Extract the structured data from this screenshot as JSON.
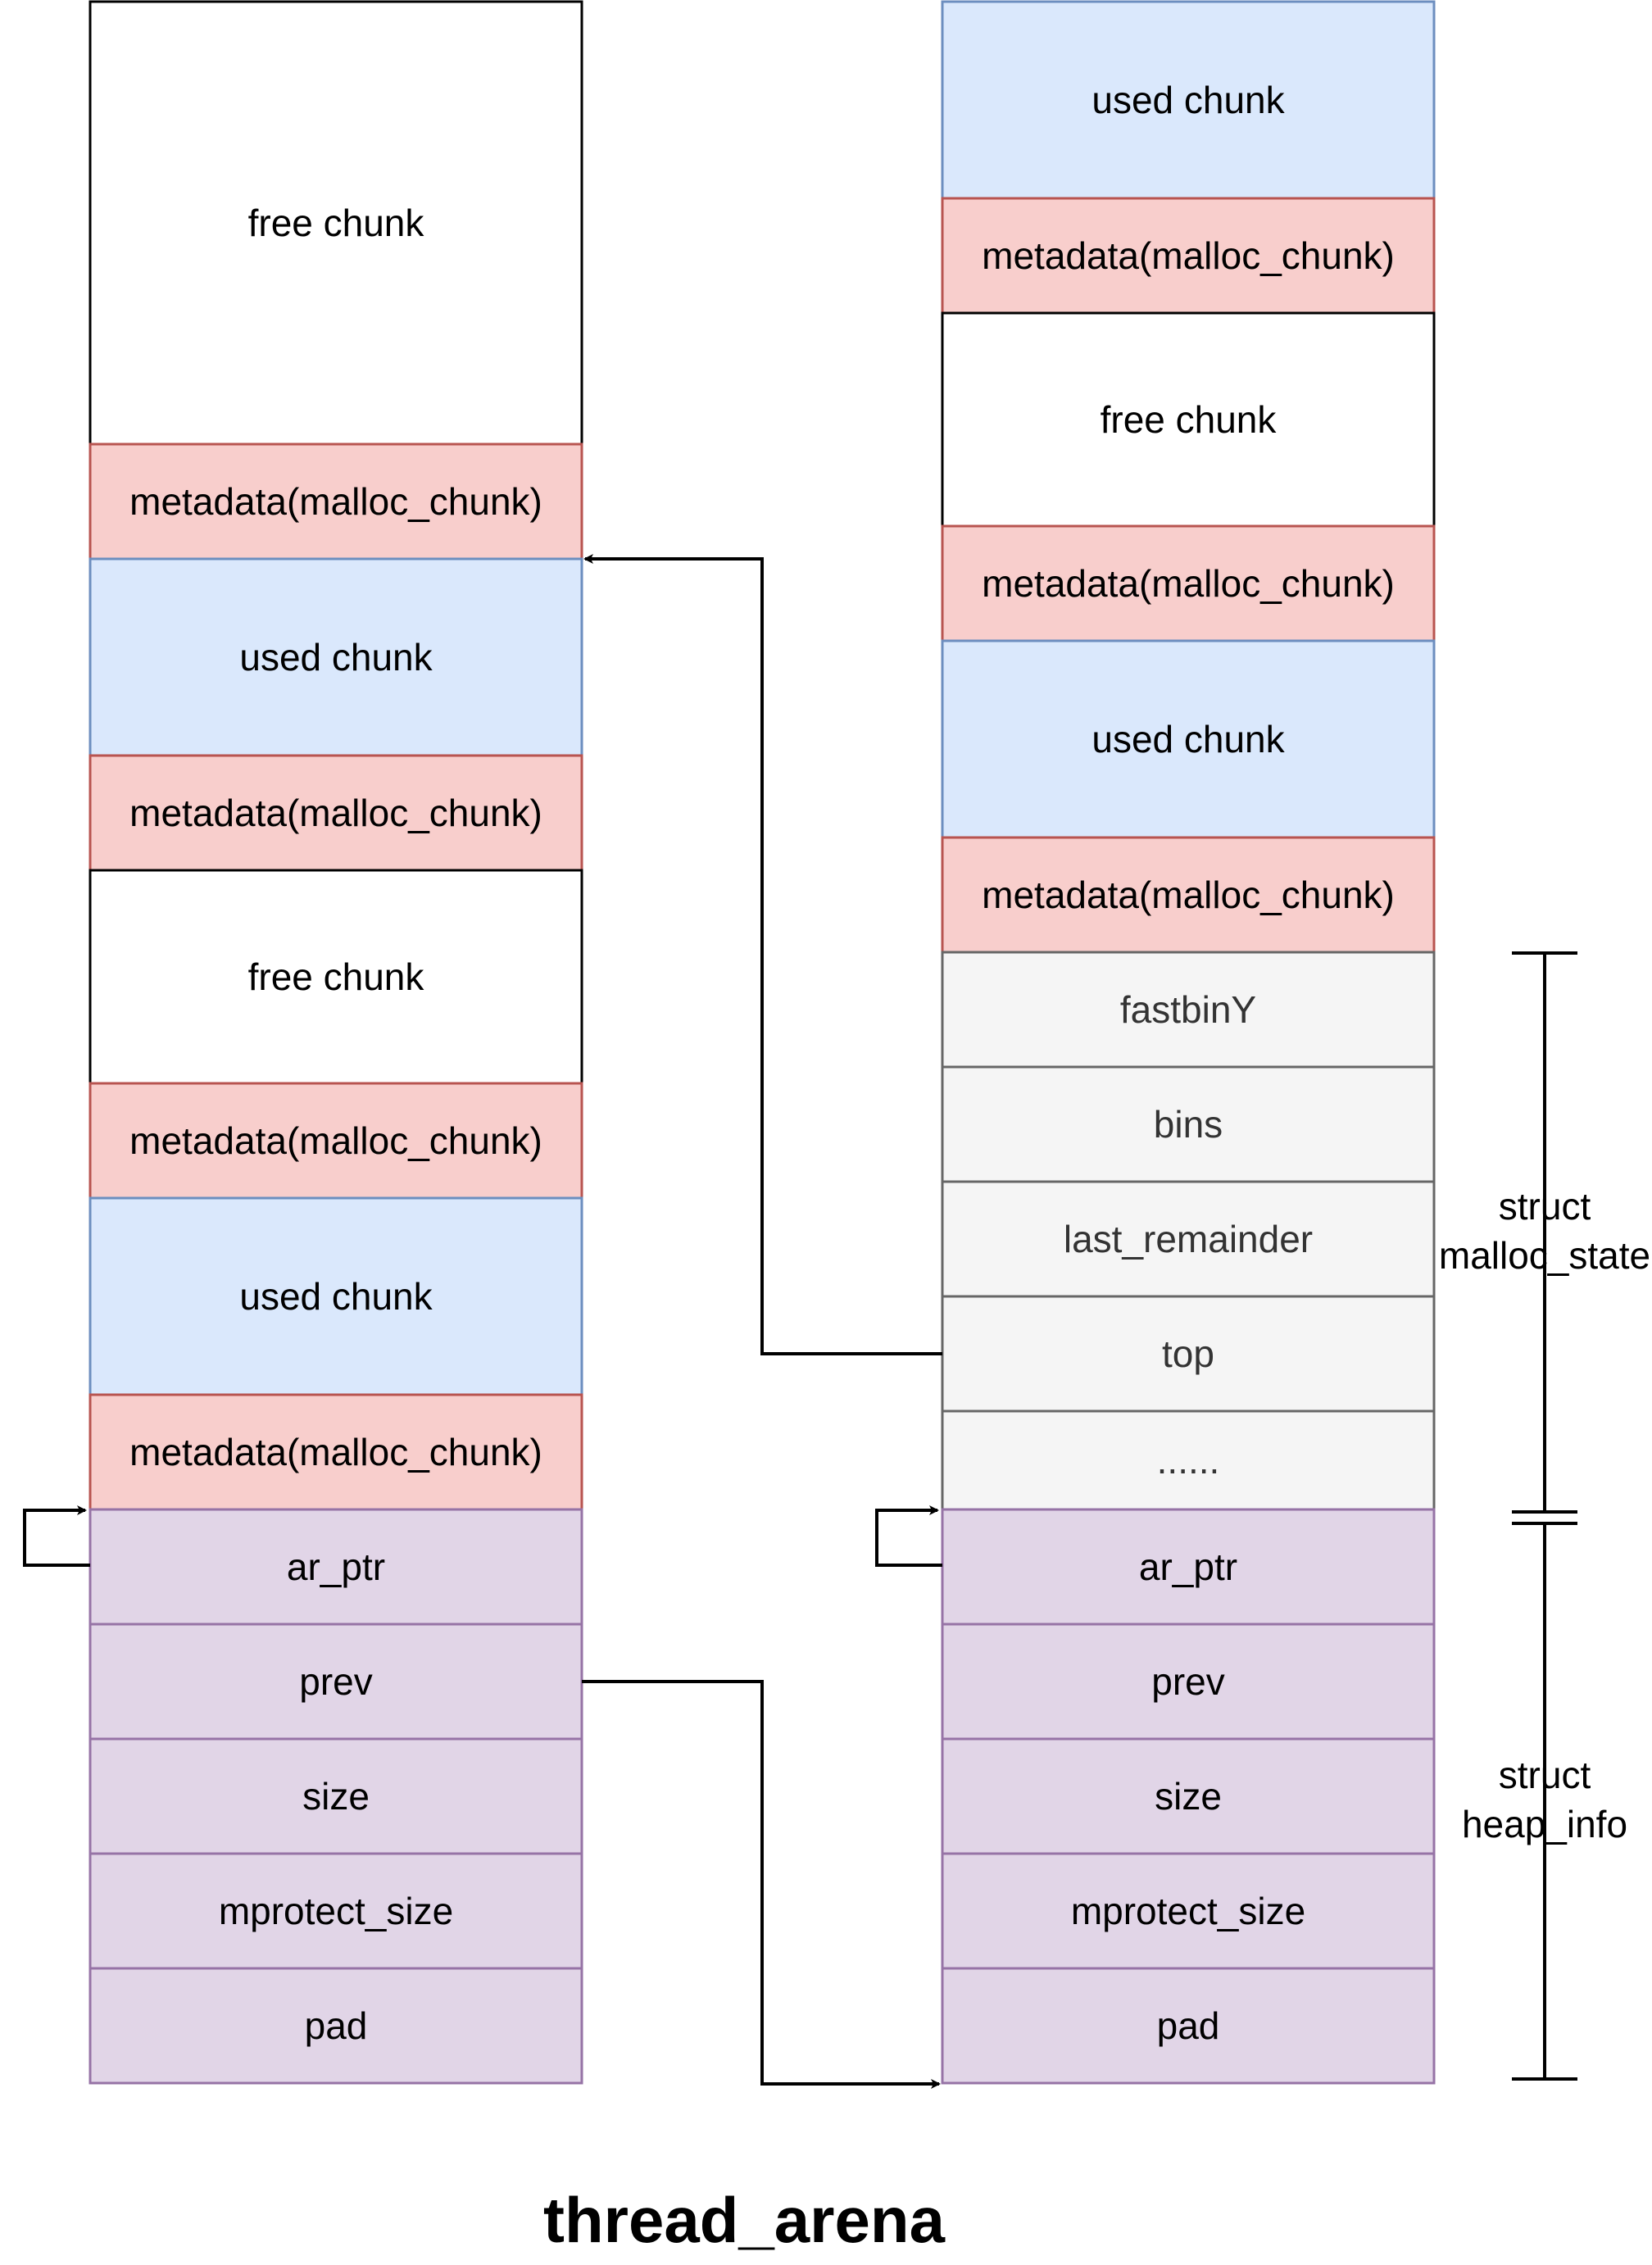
{
  "title": "thread_arena",
  "colors": {
    "free_fill": "#ffffff",
    "free_stroke": "#000000",
    "meta_fill": "#f8cecc",
    "meta_stroke": "#b85450",
    "used_fill": "#dae8fc",
    "used_stroke": "#6c8ebf",
    "state_fill": "#f5f5f5",
    "state_stroke": "#666666",
    "heap_fill": "#e1d5e7",
    "heap_stroke": "#9673a6"
  },
  "left_column": [
    {
      "type": "free",
      "label": "free chunk"
    },
    {
      "type": "meta",
      "label": "metadata(malloc_chunk)"
    },
    {
      "type": "used",
      "label": "used chunk"
    },
    {
      "type": "meta",
      "label": "metadata(malloc_chunk)"
    },
    {
      "type": "free",
      "label": "free chunk"
    },
    {
      "type": "meta",
      "label": "metadata(malloc_chunk)"
    },
    {
      "type": "used",
      "label": "used chunk"
    },
    {
      "type": "meta",
      "label": "metadata(malloc_chunk)"
    },
    {
      "type": "heap",
      "label": "ar_ptr"
    },
    {
      "type": "heap",
      "label": "prev"
    },
    {
      "type": "heap",
      "label": "size"
    },
    {
      "type": "heap",
      "label": "mprotect_size"
    },
    {
      "type": "heap",
      "label": "pad"
    }
  ],
  "right_column": [
    {
      "type": "used",
      "label": "used chunk"
    },
    {
      "type": "meta",
      "label": "metadata(malloc_chunk)"
    },
    {
      "type": "free",
      "label": "free chunk"
    },
    {
      "type": "meta",
      "label": "metadata(malloc_chunk)"
    },
    {
      "type": "used",
      "label": "used chunk"
    },
    {
      "type": "meta",
      "label": "metadata(malloc_chunk)"
    },
    {
      "type": "state",
      "label": "fastbinY"
    },
    {
      "type": "state",
      "label": "bins"
    },
    {
      "type": "state",
      "label": "last_remainder"
    },
    {
      "type": "state",
      "label": "top"
    },
    {
      "type": "state",
      "label": "......"
    },
    {
      "type": "heap",
      "label": "ar_ptr"
    },
    {
      "type": "heap",
      "label": "prev"
    },
    {
      "type": "heap",
      "label": "size"
    },
    {
      "type": "heap",
      "label": "mprotect_size"
    },
    {
      "type": "heap",
      "label": "pad"
    }
  ],
  "brackets": {
    "malloc_state": {
      "line1": "struct",
      "line2": "malloc_state"
    },
    "heap_info": {
      "line1": "struct",
      "line2": "heap_info"
    }
  }
}
